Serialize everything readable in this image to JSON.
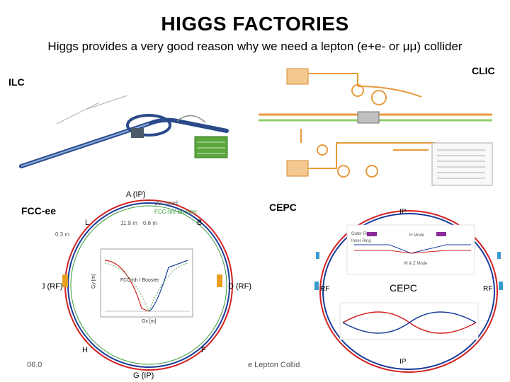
{
  "slide": {
    "title": "HIGGS FACTORIES",
    "subtitle": "Higgs provides a very good reason why we need a lepton (e+e- or μμ) collider"
  },
  "labels": {
    "ilc": "ILC",
    "clic": "CLIC",
    "fcc_ee": "FCC-ee",
    "cepc": "CEPC"
  },
  "fcc_diagram": {
    "point_a": "A (IP)",
    "point_b": "B",
    "point_l": "L",
    "point_j": "J (RF)",
    "point_d": "D (RF)",
    "point_h": "H",
    "point_f": "F",
    "point_g": "G (IP)",
    "angle": "30 mrad",
    "booster_label": "FCC-hh/ Booster",
    "dist1": "11.9 m",
    "dist2": "0.6 m",
    "dist3": "0.3 m",
    "plot_axis_y": "Gy [m]",
    "plot_axis_x": "Gx [m]",
    "plot_inner_label": "FCC-hh / Booster"
  },
  "cepc_diagram": {
    "ip_top": "IP",
    "ip_bottom": "IP",
    "rf_left": "RF",
    "rf_right": "RF",
    "center": "CEPC",
    "outer_ring": "Outer Ring",
    "inner_ring": "Inner Ring",
    "mode_h": "H Mode",
    "mode_wz": "W & Z Mode"
  },
  "footer": {
    "date": "06.0",
    "center": "e Lepton Collid"
  },
  "colors": {
    "ring_red": "#d42020",
    "ring_blue": "#1a3c9c",
    "clic_orange": "#e89a3c",
    "clic_green": "#8fcf6a",
    "ilc_green": "#5aa63c"
  }
}
